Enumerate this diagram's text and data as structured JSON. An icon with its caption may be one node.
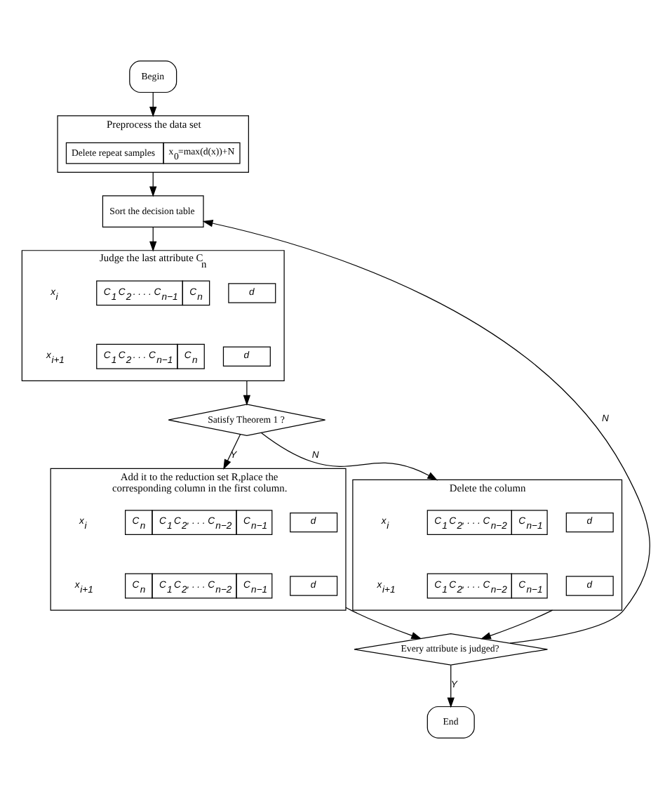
{
  "diagram": {
    "nodes": [
      {
        "text": [
          "Begin"
        ]
      },
      {
        "text": [
          "Preprocess the data set"
        ]
      },
      {
        "text": [
          "Delete repeat samples",
          "x$_{0}$=max(d(x))+N"
        ],
        "in": 1
      },
      {
        "text": [
          "Sort the decision table"
        ]
      },
      {
        "text": [
          "Judge the last attribute C$_{n}$"
        ]
      },
      {
        "text": [
          "C$_{1}$ C$_{2}$ . . . . C$_{n−1}$",
          "C$_{n}$"
        ],
        "in": 4
      },
      {
        "text": [
          "d"
        ],
        "in": 4
      },
      {
        "text": [
          "C$_{1}$ C$_{2}$ . . . C$_{n−1}$",
          "C$_{n}$"
        ],
        "in": 4
      },
      {
        "text": [
          "d"
        ],
        "in": 4
      },
      {
        "text": [
          "Satisfy Theorem 1 ?"
        ]
      },
      {
        "text": [
          "Add it to the reduction set R,place the corresponding column in the first column."
        ]
      },
      {
        "text": [
          "Delete the column"
        ]
      },
      {
        "text": [
          "C$_{n}$",
          "C$_{1}$ C$_{2}$, . . . C$_{n−2}$",
          "C$_{n−1}$"
        ],
        "in": 10
      },
      {
        "text": [
          "d"
        ],
        "in": 10
      },
      {
        "text": [
          "C$_{1}$ C$_{2}$, . . . C$_{n−2}$",
          "C$_{n−1}$"
        ],
        "in": 11
      },
      {
        "text": [
          "d"
        ],
        "in": 11
      },
      {
        "text": [
          "C$_{n}$",
          "C$_{1}$ C$_{2}$, . . . C$_{n−2}$",
          "C$_{n−1}$"
        ],
        "in": 10
      },
      {
        "text": [
          "d"
        ],
        "in": 10
      },
      {
        "text": [
          "C$_{1}$ C$_{2}$, . . . C$_{n−2}$",
          "C$_{n−1}$"
        ],
        "in": 11
      },
      {
        "text": [
          "d"
        ],
        "in": 11
      },
      {
        "text": [
          "Every attribute is judged?"
        ]
      },
      {
        "text": [
          "End"
        ]
      }
    ],
    "edges": [
      {
        "from": 0,
        "to": 1,
        "arrow": "to"
      },
      {
        "from": 1,
        "to": 3,
        "arrow": "to"
      },
      {
        "from": 3,
        "to": 4,
        "arrow": "to"
      },
      {
        "from": 4,
        "to": 9,
        "arrow": "to"
      },
      {
        "from": 9,
        "to": 10,
        "arrow": "to",
        "label": "Y"
      },
      {
        "from": 9,
        "to": 11,
        "arrow": "to",
        "label": "N"
      },
      {
        "from": 10,
        "to": 20,
        "arrow": "to"
      },
      {
        "from": 11,
        "to": 20,
        "arrow": "to"
      },
      {
        "from": 20,
        "to": 3,
        "arrow": "to",
        "label": "N"
      },
      {
        "from": 20,
        "to": 21,
        "arrow": "to",
        "label": "Y"
      }
    ],
    "labels": [
      "x$_{i}$",
      "x$_{i+1}$",
      "x$_{i}$",
      "x$_{i}$",
      "x$_{i+1}$",
      "x$_{i+1}$"
    ]
  }
}
